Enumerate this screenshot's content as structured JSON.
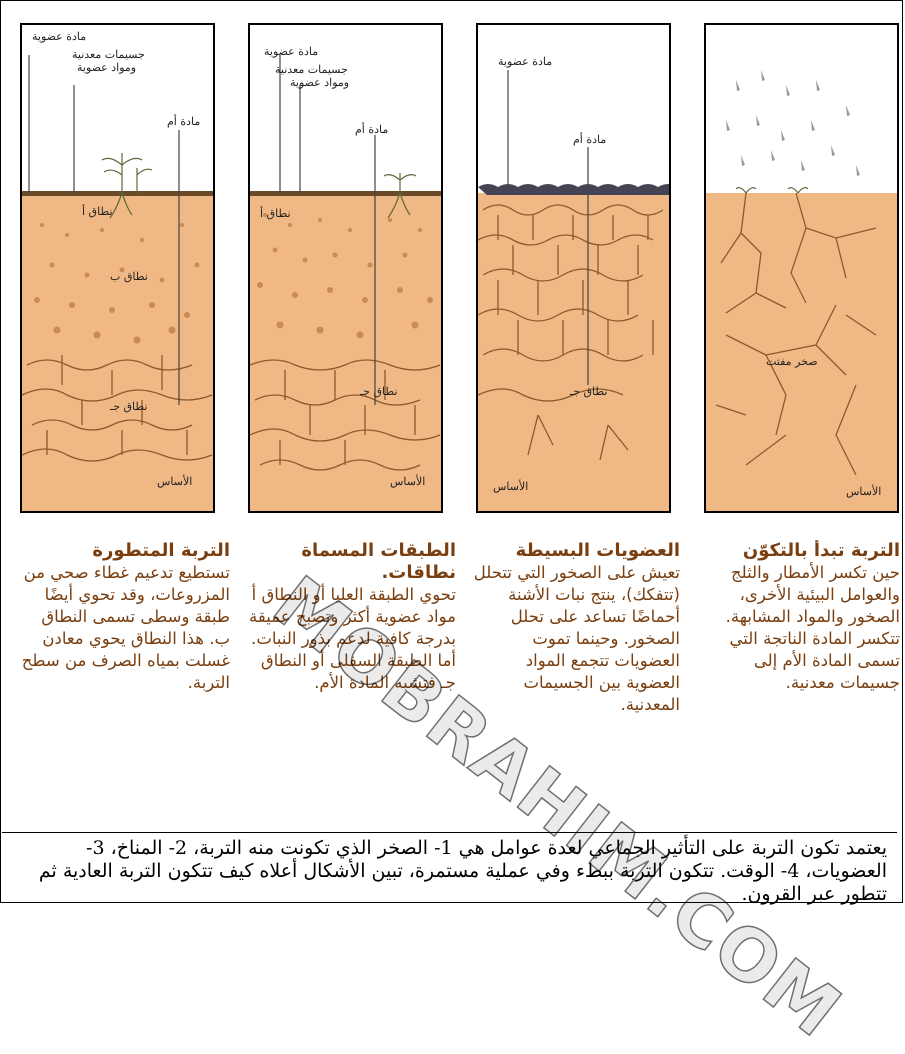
{
  "panels": [
    {
      "labels": {
        "organic": "مادة عضوية",
        "minerals": "جسيمات معدنية",
        "minerals2": "ومواد عضوية",
        "parent": "مادة أم",
        "horizonA": "نطاق أ",
        "horizonB": "نطاق ب",
        "horizonC": "نطاق جـ",
        "bedrock": "الأساس"
      },
      "caption": {
        "title": "التربة المتطورة",
        "body": "تستطيع تدعيم غطاء صحي من المزروعات، وقد تحوي أيضًا طبقة وسطى تسمى النطاق ب. هذا النطاق يحوي معادن غسلت بمياه الصرف من سطح التربة."
      }
    },
    {
      "labels": {
        "organic": "مادة عضوية",
        "minerals": "جسيمات معدنية",
        "minerals2": "ومواد عضوية",
        "parent": "مادة أم",
        "horizonA": "نطاق أ",
        "horizonC": "نطاق جـ",
        "bedrock": "الأساس"
      },
      "caption": {
        "title": "الطبقات المسماة نطاقات.",
        "body": "تحوي الطبقة العليا أو النطاق أ مواد عضوية أكثر وتصبح عميقة بدرجة كافية لدعم بذور النبات. أما الطبقة السفلى أو النطاق جـ فتشبه المادة الأم."
      }
    },
    {
      "labels": {
        "organic": "مادة عضوية",
        "parent": "مادة أم",
        "horizonC": "نطاق جـ",
        "bedrock": "الأساس"
      },
      "caption": {
        "title": "العضويات البسيطة",
        "body": "تعيش على الصخور التي تتحلل (تتفكك)، ينتج نبات الأشنة أحماضًا تساعد على تحلل الصخور. وحينما تموت العضويات تتجمع المواد العضوية بين الجسيمات المعدنية."
      }
    },
    {
      "labels": {
        "rock": "صخر مفتت",
        "bedrock": "الأساس"
      },
      "caption": {
        "title": "التربة تبدأ بالتكوّن",
        "body": "حين تكسر الأمطار والثلج والعوامل البيئية الأخرى، الصخور والمواد المشابهة. تتكسر المادة الناتجة التي تسمى المادة الأم إلى جسيمات معدنية."
      }
    }
  ],
  "bottom_text": "يعتمد تكون التربة على التأثير الجماعي لعدة عوامل هي 1- الصخر الذي تكونت منه التربة، 2- المناخ، 3- العضويات، 4- الوقت. تتكون التربة ببطء وفي عملية مستمرة، تبين الأشكال أعلاه كيف تتكون التربة العادية ثم تتطور عبر القرون.",
  "watermark": "MOBRAHIM.COM",
  "colors": {
    "soil": "#f0b884",
    "soil_dark": "#d8955a",
    "crack": "#8a5a2e",
    "text_brown": "#7a3f10"
  }
}
